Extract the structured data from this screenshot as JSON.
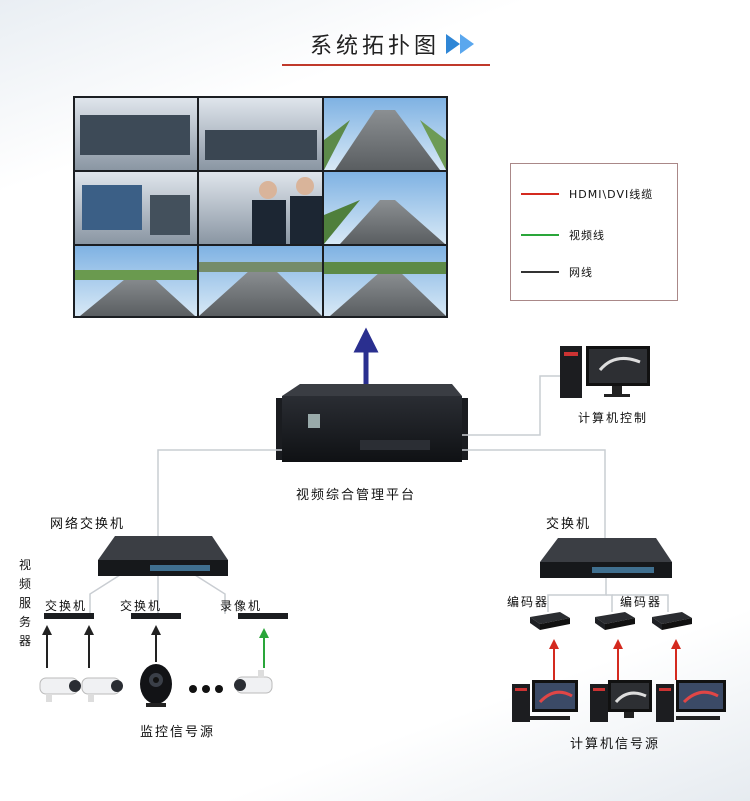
{
  "title": "系统拓扑图",
  "legend": {
    "hdmi": "HDMI\\DVI线缆",
    "video": "视频线",
    "network": "网线"
  },
  "colors": {
    "hdmi": "#d42a1f",
    "video": "#2aa63a",
    "network": "#333333",
    "arrow_main": "#2a2f8f",
    "title_arrow": "#2f86d6"
  },
  "labels": {
    "platform": "视频综合管理平台",
    "computer_control": "计算机控制",
    "network_switch": "网络交换机",
    "switch_right": "交换机",
    "video_server": "视频服务器",
    "switch_a": "交换机",
    "switch_b": "交换机",
    "recorder": "录像机",
    "encoder_left": "编码器",
    "encoder_right": "编码器",
    "monitor_source": "监控信号源",
    "computer_source": "计算机信号源"
  }
}
